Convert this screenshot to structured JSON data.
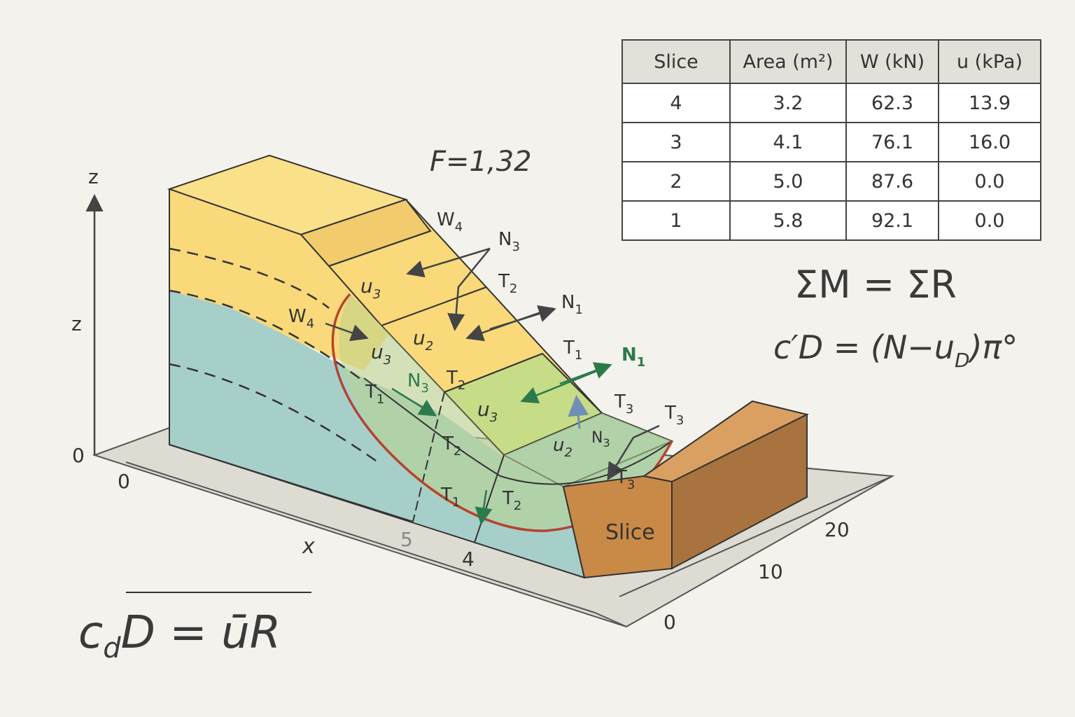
{
  "factor_of_safety": "F=1,32",
  "equations": {
    "moment_balance": "ΣM = ΣR",
    "resisting": "c′D = (N−u",
    "resisting_sub": "D",
    "resisting_tail": ")π°",
    "bottom_lhs": "c",
    "bottom_sub": "d",
    "bottom_rest": "D = ūR"
  },
  "axes": {
    "z_top": "z",
    "z_mid": "z",
    "x": "x",
    "origin": "0",
    "x_origin": "0",
    "x_tick_5": "5",
    "x_tick_4": "4",
    "y_tick_0": "0",
    "y_tick_10": "10",
    "y_tick_20": "20"
  },
  "labels": {
    "w4_top": "W",
    "w4_top_sub": "4",
    "w4_left": "W",
    "w4_left_sub": "4",
    "n3_top": "N",
    "n3_top_sub": "3",
    "t2_top": "T",
    "t2_top_sub": "2",
    "n1_right": "N",
    "n1_right_sub": "1",
    "t1_right": "T",
    "t1_right_sub": "1",
    "n1_green": "N",
    "n1_green_sub": "1",
    "t3_a": "T",
    "t3_a_sub": "3",
    "t3_b": "T",
    "t3_b_sub": "3",
    "t3_c": "T",
    "t3_c_sub": "3",
    "u3_a": "u",
    "u3_a_sub": "3",
    "u3_b": "u",
    "u3_b_sub": "3",
    "u3_c": "u",
    "u3_c_sub": "3",
    "u2_a": "u",
    "u2_a_sub": "2",
    "u2_b": "u",
    "u2_b_sub": "2",
    "t1_left": "T",
    "t1_left_sub": "1",
    "n3_mid": "N",
    "n3_mid_sub": "3",
    "t2_mid": "T",
    "t2_mid_sub": "2",
    "t2_lower": "T",
    "t2_lower_sub": "2",
    "t1_lower": "T",
    "t1_lower_sub": "1",
    "t2_bottom": "T",
    "t2_bottom_sub": "2",
    "n3_small": "N",
    "n3_small_sub": "3",
    "slice_block": "Slice"
  },
  "table": {
    "headers": [
      "Slice",
      "Area (m²)",
      "W (kN)",
      "u (kPa)"
    ],
    "rows": [
      [
        "4",
        "3.2",
        "62.3",
        "13.9"
      ],
      [
        "3",
        "4.1",
        "76.1",
        "16.0"
      ],
      [
        "2",
        "5.0",
        "87.6",
        "0.0"
      ],
      [
        "1",
        "5.8",
        "92.1",
        "0.0"
      ]
    ]
  },
  "colors": {
    "yellow_layer": "#f9d97a",
    "teal_layer": "#a7cfc9",
    "green_zone": "#c6dc86",
    "slip_circle": "#b5442e",
    "toe_block": "#c98a47",
    "arrow_dark": "#444444",
    "arrow_green": "#2c7a4b",
    "arrow_blue": "#6f8fb5"
  }
}
